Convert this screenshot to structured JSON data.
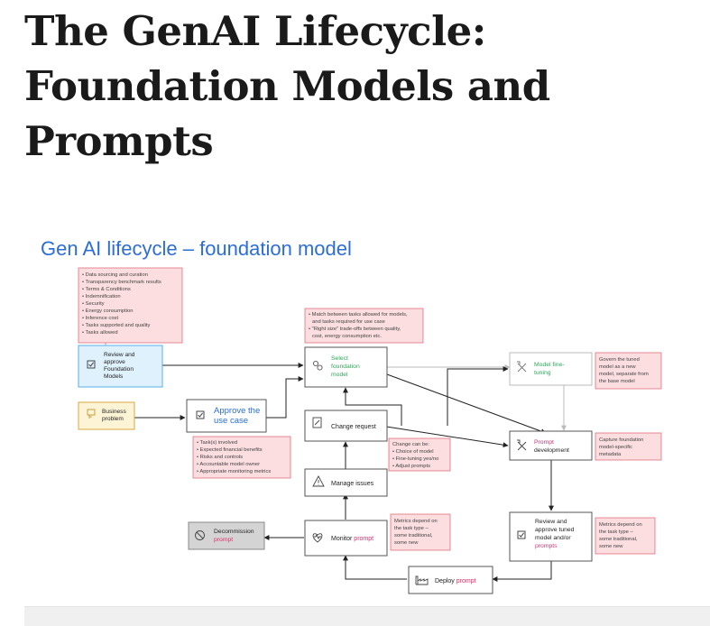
{
  "page": {
    "title_lines": [
      "The GenAI Lifecycle:",
      "Foundation Models and",
      "Prompts"
    ]
  },
  "diagram": {
    "title": "Gen AI lifecycle – foundation model",
    "colors": {
      "title_blue": "#2c6ed5",
      "prompt_red": "#e0306a",
      "green_text": "#2ea85a",
      "note_fill": "#fcdde0",
      "note_border": "#e0707c",
      "arrow": "#222222",
      "arrow_light": "#bbbbbb"
    },
    "nodes": {
      "review": [
        "Review and",
        "approve",
        "Foundation",
        "Models"
      ],
      "business": [
        "Business",
        "problem"
      ],
      "approve_use_case": [
        "Approve the",
        "use case"
      ],
      "select": [
        "Select",
        "foundation",
        "model"
      ],
      "change_request": "Change request",
      "manage_issues": "Manage issues",
      "monitor": {
        "text": "Monitor",
        "highlight": "prompt"
      },
      "decommission": {
        "text": "Decommission",
        "highlight": "prompt"
      },
      "model_fine_tuning": [
        "Model fine-",
        "tuning"
      ],
      "prompt_development": {
        "highlight": "Prompt",
        "text": "development"
      },
      "review_tuned": {
        "lines": [
          "Review and",
          "approve tuned",
          "model and/or"
        ],
        "highlight": "prompts"
      },
      "deploy": {
        "text": "Deploy",
        "highlight": "prompt"
      }
    },
    "notes": {
      "foundation_criteria": [
        "Data sourcing and curation",
        "Transparency benchmark results",
        "Terms & Conditions",
        "Indemnification",
        "Security",
        "Energy consumption",
        "Inference cost",
        "Tasks supported and quality",
        "Tasks allowed"
      ],
      "select_criteria": [
        "Match between tasks allowed for models,",
        "and tasks required for use case",
        "\"Right size\" trade-offs between quality,",
        "cost, energy consumption etc."
      ],
      "use_case_criteria": [
        "Task(s) involved",
        "Expected financial benefits",
        "Risks and controls",
        "Accountable model owner",
        "Appropriate monitoring metrics"
      ],
      "change_can_be": {
        "heading": "Change can be:",
        "items": [
          "Choice of model",
          "Fine-tuning yes/no",
          "Adjust prompts"
        ]
      },
      "govern_tuned": [
        "Govern the tuned",
        "model as a new",
        "model, separate from",
        "the base model"
      ],
      "capture_metadata": [
        "Capture foundation",
        "model-specific",
        "metadata"
      ],
      "metrics_monitor": [
        "Metrics depend on",
        "the task type –",
        "some traditional,",
        "some new"
      ],
      "metrics_review": [
        "Metrics depend on",
        "the task type –",
        "some traditional,",
        "some new"
      ]
    }
  }
}
